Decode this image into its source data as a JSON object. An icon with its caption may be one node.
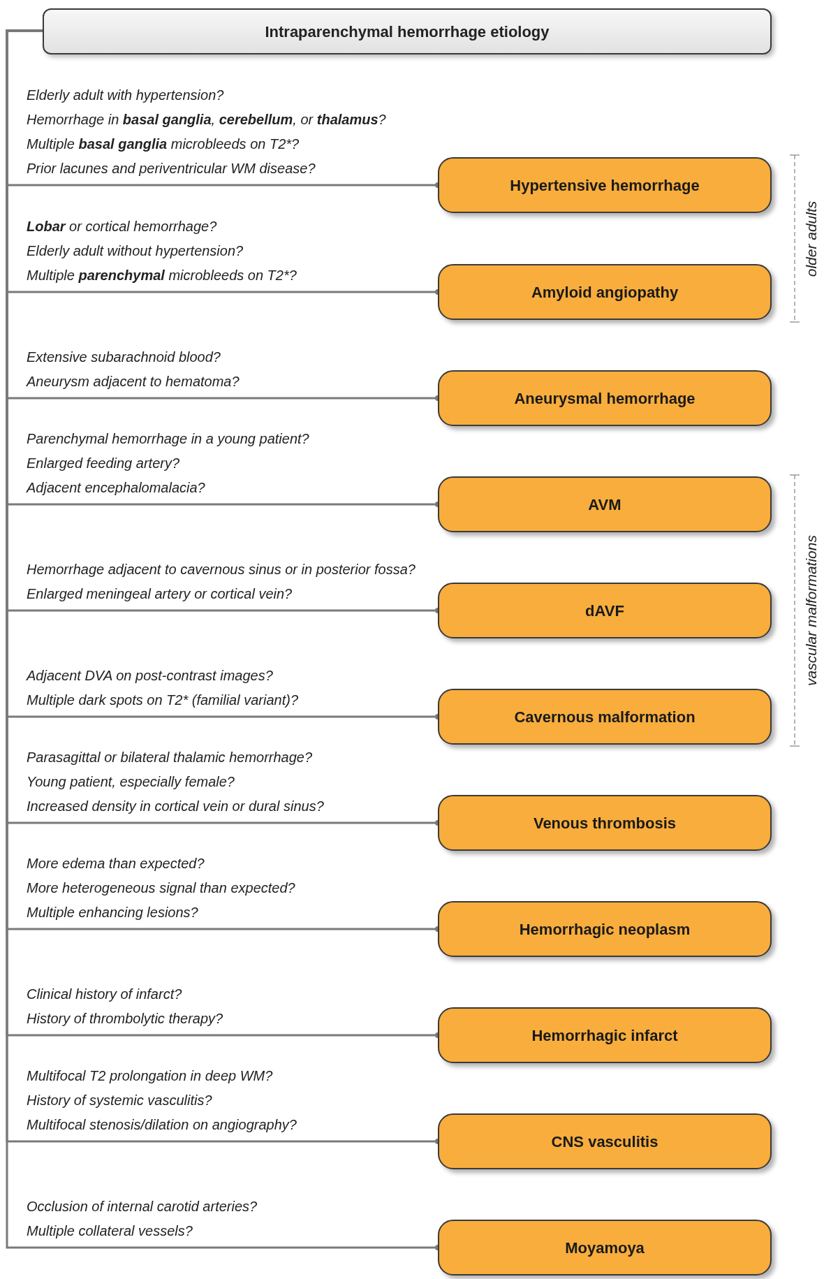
{
  "diagram": {
    "nodes": [
      {
        "text": [
          "Intraparenchymal hemorrhage etiology"
        ]
      },
      {
        "text": [
          "Hypertensive hemorrhage"
        ],
        "beside": [
          "Elderly adult with hypertension?",
          "Hemorrhage in **basal ganglia**, **cerebellum**, or **thalamus**?",
          "Multiple **basal ganglia** microbleeds on T2*?",
          "Prior lacunes and periventricular WM disease?"
        ]
      },
      {
        "text": [
          "Amyloid angiopathy"
        ],
        "beside": [
          "**Lobar** or cortical hemorrhage?",
          "Elderly adult without hypertension?",
          "Multiple **parenchymal** microbleeds on T2*?"
        ]
      },
      {
        "text": [
          "Aneurysmal hemorrhage"
        ],
        "beside": [
          "Extensive subarachnoid blood?",
          "Aneurysm adjacent to hematoma?"
        ]
      },
      {
        "text": [
          "AVM"
        ],
        "beside": [
          "Parenchymal hemorrhage in a young patient?",
          "Enlarged feeding artery?",
          "Adjacent encephalomalacia?"
        ]
      },
      {
        "text": [
          "dAVF"
        ],
        "beside": [
          "Hemorrhage adjacent to cavernous sinus or in posterior fossa?",
          "Enlarged meningeal artery or cortical vein?"
        ]
      },
      {
        "text": [
          "Cavernous malformation"
        ],
        "beside": [
          "Adjacent DVA on post-contrast images?",
          "Multiple dark spots on T2* (familial variant)?"
        ]
      },
      {
        "text": [
          "Venous thrombosis"
        ],
        "beside": [
          "Parasagittal or bilateral thalamic hemorrhage?",
          "Young patient, especially female?",
          "Increased density in cortical vein or dural sinus?"
        ]
      },
      {
        "text": [
          "Hemorrhagic neoplasm"
        ],
        "beside": [
          "More edema than expected?",
          "More heterogeneous signal than expected?",
          "Multiple enhancing lesions?"
        ]
      },
      {
        "text": [
          "Hemorrhagic infarct"
        ],
        "beside": [
          "Clinical history of infarct?",
          "History of thrombolytic therapy?"
        ]
      },
      {
        "text": [
          "CNS vasculitis"
        ],
        "beside": [
          "Multifocal T2 prolongation in deep WM?",
          "History of systemic vasculitis?",
          "Multifocal stenosis/dilation on angiography?"
        ]
      },
      {
        "text": [
          "Moyamoya"
        ],
        "beside": [
          "Occlusion of internal carotid arteries?",
          "Multiple collateral vessels?"
        ]
      }
    ],
    "edges": [
      {
        "from": 0,
        "to": 1,
        "arrow": "other"
      },
      {
        "from": 0,
        "to": 2,
        "arrow": "other"
      },
      {
        "from": 0,
        "to": 3,
        "arrow": "other"
      },
      {
        "from": 0,
        "to": 4,
        "arrow": "other"
      },
      {
        "from": 0,
        "to": 5,
        "arrow": "other"
      },
      {
        "from": 0,
        "to": 6,
        "arrow": "other"
      },
      {
        "from": 0,
        "to": 7,
        "arrow": "other"
      },
      {
        "from": 0,
        "to": 8,
        "arrow": "other"
      },
      {
        "from": 0,
        "to": 9,
        "arrow": "other"
      },
      {
        "from": 0,
        "to": 10,
        "arrow": "other"
      },
      {
        "from": 0,
        "to": 11,
        "arrow": "other"
      }
    ],
    "labels": [
      "older adults",
      "vascular malformations"
    ]
  }
}
